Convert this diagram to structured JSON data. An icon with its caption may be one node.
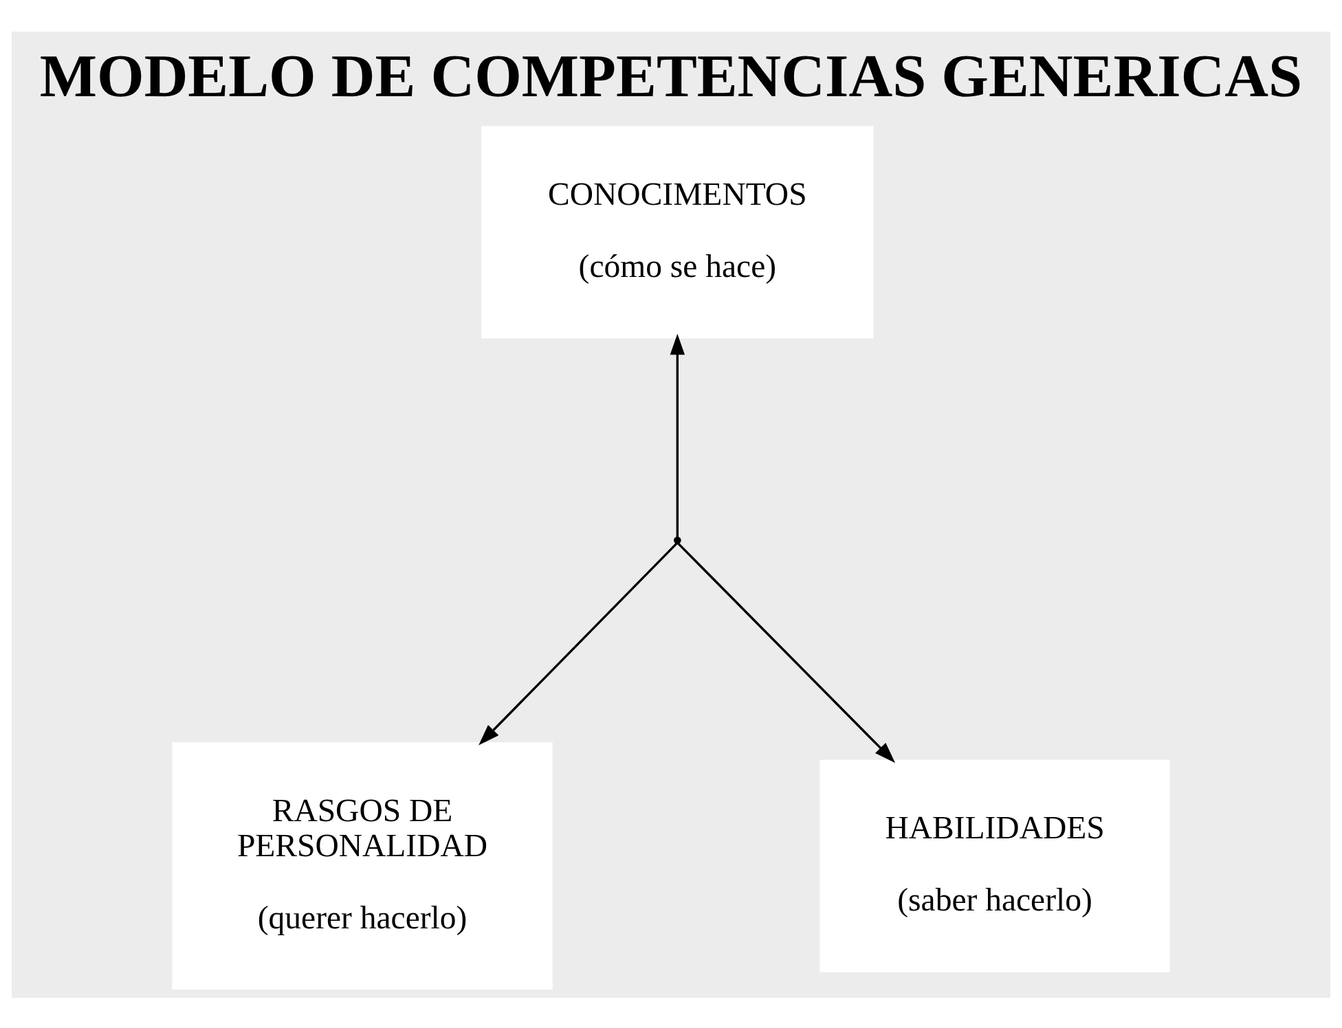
{
  "diagram": {
    "title": "MODELO DE COMPETENCIAS GENERICAS",
    "nodes": [
      {
        "text": [
          "CONOCIMENTOS",
          "(cómo se hace)"
        ]
      },
      {
        "text": [
          "RASGOS DE PERSONALIDAD",
          "(querer hacerlo)"
        ]
      },
      {
        "text": [
          "HABILIDADES",
          "(saber hacerlo)"
        ]
      },
      {
        "text": [],
        "shape": "point"
      }
    ],
    "edges": [
      {
        "from": 3,
        "to": 0,
        "arrow": "to"
      },
      {
        "from": 3,
        "to": 1,
        "arrow": "to"
      },
      {
        "from": 3,
        "to": 2,
        "arrow": "to"
      }
    ]
  }
}
